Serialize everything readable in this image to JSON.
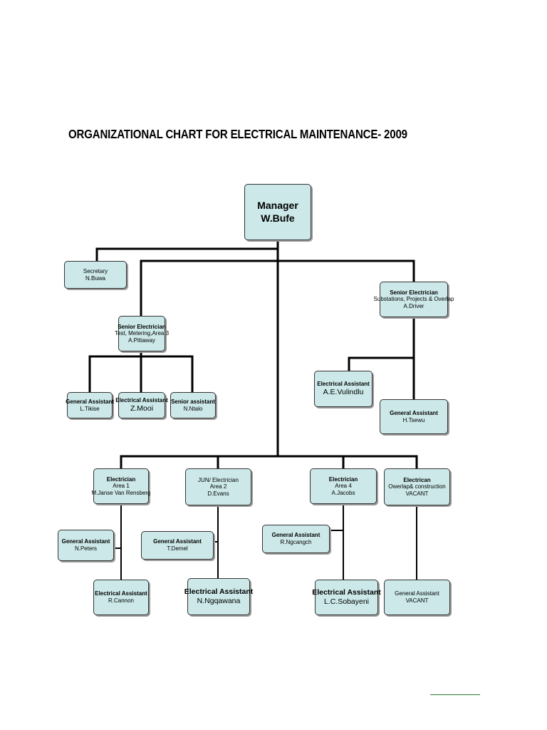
{
  "title": "ORGANIZATIONAL CHART FOR ELECTRICAL MAINTENANCE- 2009",
  "colors": {
    "box_fill": "#cce8e8",
    "line": "#000000",
    "footer_line": "#2e7d32"
  },
  "nodes": {
    "manager": {
      "role": "Manager",
      "name": "W.Bufe"
    },
    "secretary": {
      "role": "Secretary",
      "name": "N.Buwa"
    },
    "senior_electrician_substations": {
      "role": "Senior Electrician",
      "detail": "Substations, Projects & Overlap",
      "name": "A.Driver"
    },
    "senior_electrician_test": {
      "role": "Senior Electrician",
      "detail": "Test, Metering,Area 3",
      "name": "A.Pittaway"
    },
    "general_assistant_tikise": {
      "role": "General Assistant",
      "name": "L.Tikise"
    },
    "electrical_assistant_mooi": {
      "role": "Electrical Assistant",
      "name": "Z.Mooi"
    },
    "senior_assistant_ntalo": {
      "role": "Senior assistant",
      "name": "N.Ntalo"
    },
    "electrical_assistant_vulindlu": {
      "role": "Electrical Assistant",
      "name": "A.E.Vulindlu"
    },
    "general_assistant_tsewu": {
      "role": "General Assistant",
      "name": "H.Tsewu"
    },
    "electrician_area1": {
      "role": "Electrician",
      "detail": "Area 1",
      "name": "M.Janse Van Rensberg"
    },
    "jun_electrician_area2": {
      "role": "JUN/ Electrician",
      "detail": "Area 2",
      "name": "D.Evans"
    },
    "electrician_area4": {
      "role": "Electrician",
      "detail": "Area 4",
      "name": "A.Jacobs"
    },
    "electrician_overlap": {
      "role": "Electrican",
      "detail": "Owerlap& construction",
      "name": "VACANT"
    },
    "general_assistant_peters": {
      "role": "General Assistant",
      "name": "N.Peters"
    },
    "general_assistant_demel": {
      "role": "General Assistant",
      "name": "T.Demel"
    },
    "general_assistant_ngcangch": {
      "role": "General Assistant",
      "name": "R.Ngcangch"
    },
    "electrical_assistant_cannon": {
      "role": "Electrical Assistant",
      "name": "R.Cannon"
    },
    "electrical_assistant_ngqawana": {
      "role": "Electrical Assistant",
      "name": "N.Ngqawana"
    },
    "electrical_assistant_sobayeni": {
      "role": "Electrical Assistant",
      "name": "L.C.Sobayeni"
    },
    "general_assistant_vacant": {
      "role": "General Assistant",
      "name": "VACANT"
    }
  }
}
